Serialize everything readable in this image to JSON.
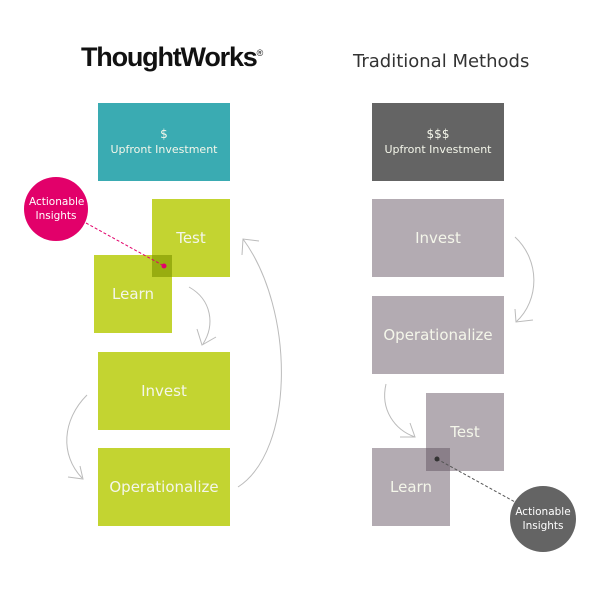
{
  "left": {
    "brand": "ThoughtWorks",
    "brand_mark": "®",
    "upfront": {
      "symbol": "$",
      "label": "Upfront Investment"
    },
    "steps": {
      "test": "Test",
      "learn": "Learn",
      "invest": "Invest",
      "operationalize": "Operationalize"
    },
    "insight": "Actionable Insights",
    "colors": {
      "upfront": "#3aabb2",
      "steps": "#c3d431",
      "overlap": "#98ad10",
      "insight": "#e2006a"
    }
  },
  "right": {
    "title": "Traditional Methods",
    "upfront": {
      "symbol": "$$$",
      "label": "Upfront Investment"
    },
    "steps": {
      "invest": "Invest",
      "operationalize": "Operationalize",
      "test": "Test",
      "learn": "Learn"
    },
    "insight": "Actionable Insights",
    "colors": {
      "upfront": "#646464",
      "steps": "#b3abb2",
      "overlap": "#8a7f89",
      "insight": "#646464"
    }
  }
}
